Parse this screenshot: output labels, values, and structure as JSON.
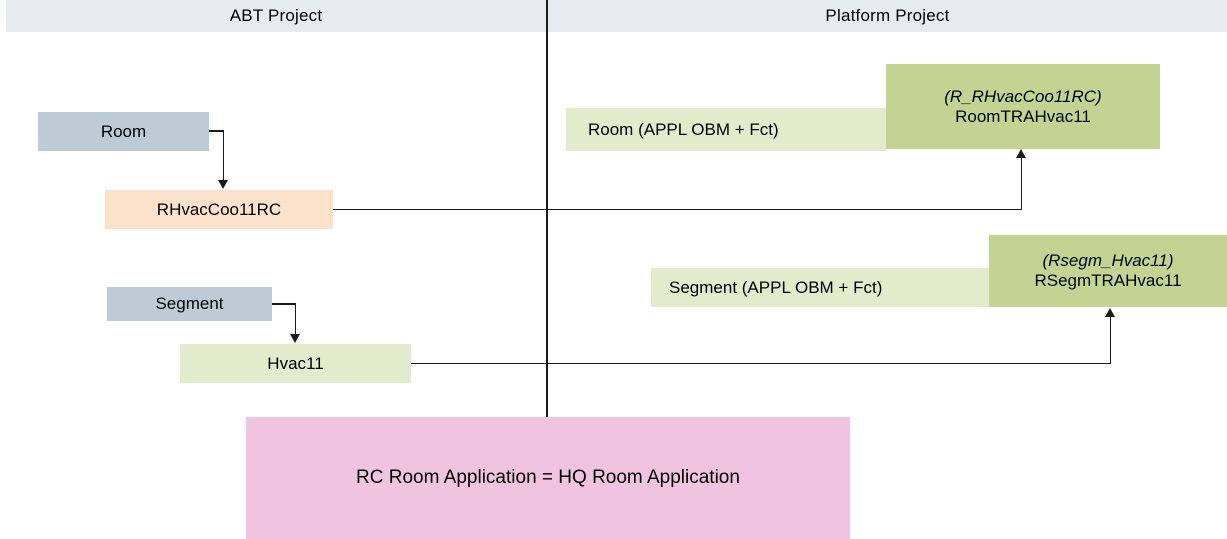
{
  "header": {
    "left_title": "ABT Project",
    "right_title": "Platform Project"
  },
  "abt_project": {
    "nodes": [
      {
        "id": "room",
        "label": "Room",
        "color": "#bccbd6"
      },
      {
        "id": "rhvaccoo11rc",
        "label": "RHvacCoo11RC",
        "color": "#fde2cb"
      },
      {
        "id": "segment",
        "label": "Segment",
        "color": "#bccbd6"
      },
      {
        "id": "hvac11",
        "label": "Hvac11",
        "color": "#e3ebcd"
      }
    ]
  },
  "platform_project": {
    "nodes": [
      {
        "id": "room-appl",
        "label": "Room (APPL OBM + Fct)",
        "color": "#e3ebcd"
      },
      {
        "id": "roomtrahvac11",
        "alias": "(R_RHvacCoo11RC)",
        "label": "RoomTRAHvac11",
        "color": "#c3d492"
      },
      {
        "id": "segment-appl",
        "label": "Segment (APPL OBM + Fct)",
        "color": "#e3ebcd"
      },
      {
        "id": "rsegmtrahvac11",
        "alias": "(Rsegm_Hvac11)",
        "label": "RSegmTRAHvac11",
        "color": "#c3d492"
      }
    ]
  },
  "footer_note": {
    "label": "RC Room Application = HQ Room Application",
    "color": "#f0c4e0"
  },
  "connections": [
    {
      "from": "room",
      "to": "rhvaccoo11rc",
      "style": "elbow-down-arrow"
    },
    {
      "from": "rhvaccoo11rc",
      "to": "roomtrahvac11",
      "style": "elbow-up-arrow"
    },
    {
      "from": "segment",
      "to": "hvac11",
      "style": "elbow-down-arrow"
    },
    {
      "from": "hvac11",
      "to": "rsegmtrahvac11",
      "style": "elbow-up-arrow"
    }
  ]
}
